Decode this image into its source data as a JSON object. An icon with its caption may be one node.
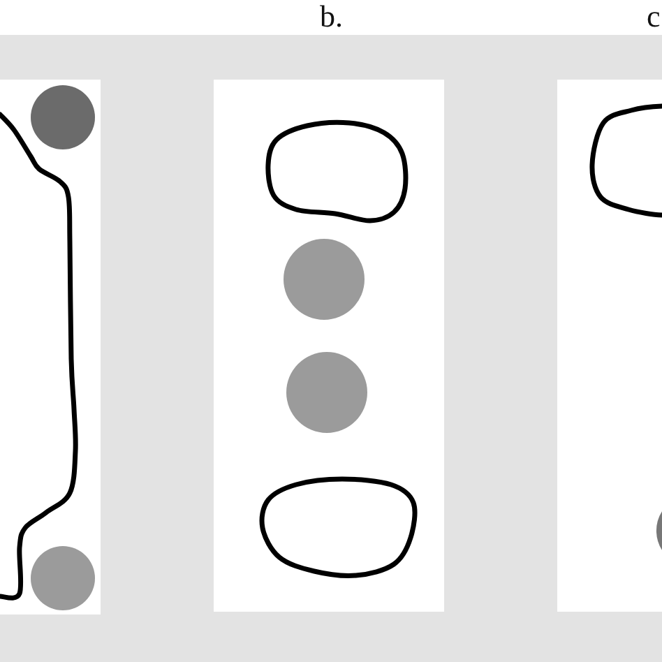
{
  "diagram": {
    "nodes": [
      {
        "text": [],
        "shape": "circle"
      },
      {
        "text": [],
        "shape": "blob"
      },
      {
        "text": [],
        "shape": "circle"
      },
      {
        "text": [],
        "shape": "blob"
      },
      {
        "text": [],
        "shape": "circle"
      },
      {
        "text": [],
        "shape": "circle"
      },
      {
        "text": [],
        "shape": "blob"
      },
      {
        "text": [],
        "shape": "blob"
      },
      {
        "text": [],
        "shape": "circle"
      }
    ],
    "labels": [
      "b.",
      "c"
    ]
  }
}
